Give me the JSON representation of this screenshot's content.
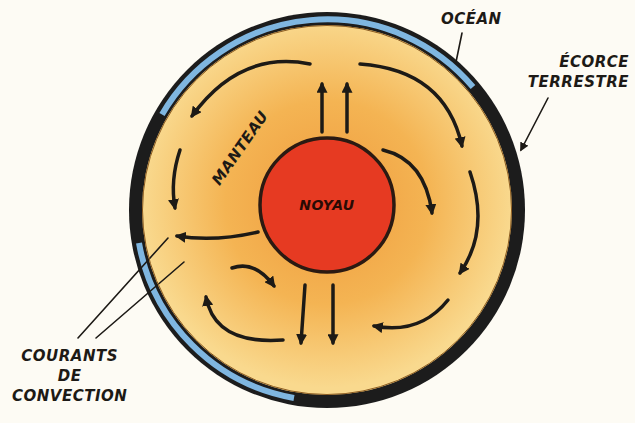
{
  "diagram": {
    "nodes": [
      {
        "text": [
          "MANTEAU"
        ]
      },
      {
        "text": [
          "NOYAU"
        ],
        "in": 0
      }
    ],
    "labels": [
      "OCÉAN",
      "ÉCORCE TERRESTRE",
      "COURANTS DE CONVECTION"
    ]
  }
}
